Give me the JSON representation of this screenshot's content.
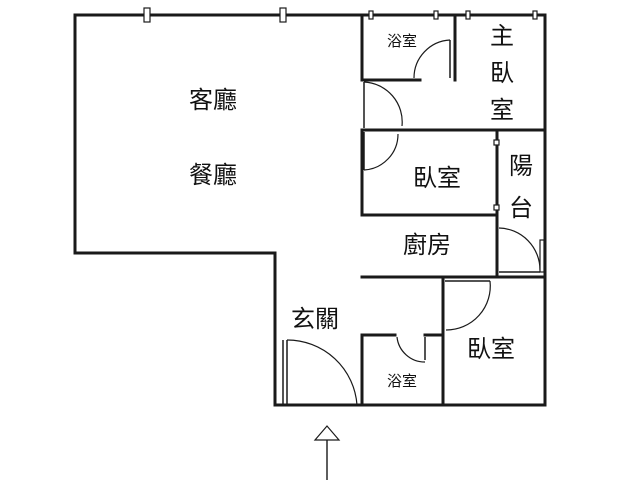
{
  "rooms": {
    "living_room": "客廳",
    "dining_room": "餐廳",
    "bathroom_top": "浴室",
    "master_bedroom": [
      "主",
      "臥",
      "室"
    ],
    "bedroom_middle": "臥室",
    "balcony": [
      "陽",
      "台"
    ],
    "kitchen": "廚房",
    "entrance": "玄關",
    "bathroom_bottom": "浴室",
    "bedroom_bottom": "臥室"
  },
  "icons": {
    "entry_arrow": "up-arrow-icon"
  }
}
